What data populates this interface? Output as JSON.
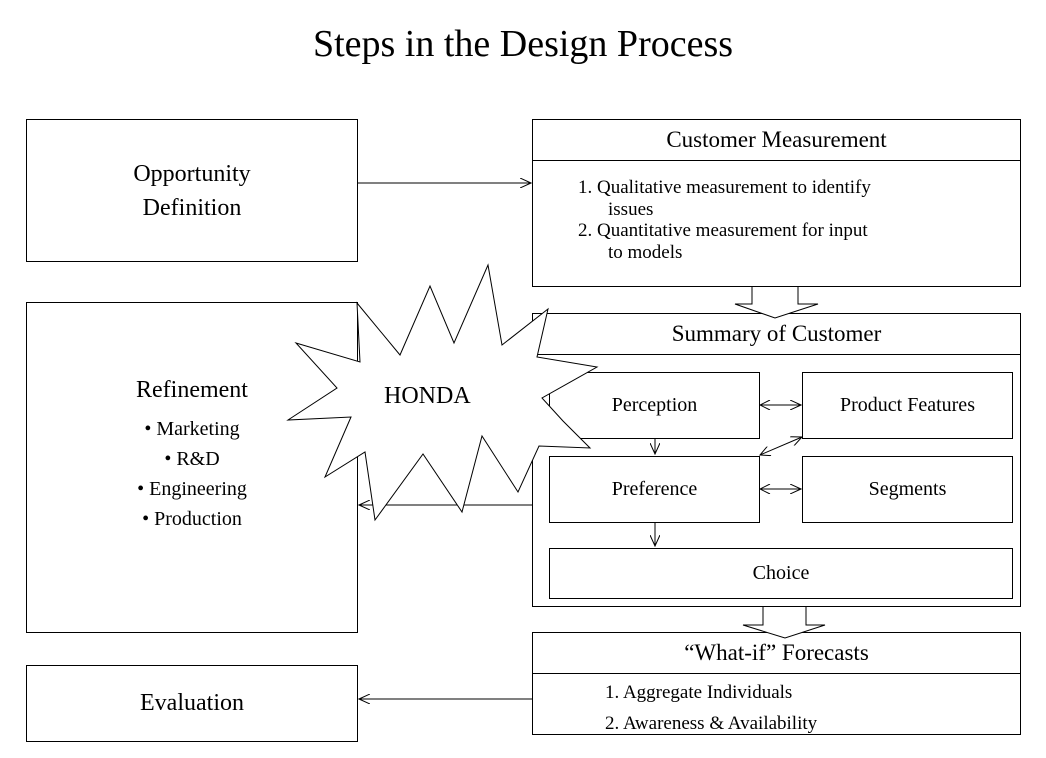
{
  "title": "Steps in the Design Process",
  "opportunity": {
    "line1": "Opportunity",
    "line2": "Definition"
  },
  "refinement": {
    "title": "Refinement",
    "items": [
      "Marketing",
      "R&D",
      "Engineering",
      "Production"
    ]
  },
  "evaluation": {
    "label": "Evaluation"
  },
  "customer_measurement": {
    "header": "Customer Measurement",
    "lines": [
      "1. Qualitative measurement to identify",
      "issues",
      "2. Quantitative measurement for input",
      "to models"
    ]
  },
  "summary": {
    "header": "Summary of Customer",
    "perception": "Perception",
    "product_features": "Product Features",
    "preference": "Preference",
    "segments": "Segments",
    "choice": "Choice"
  },
  "forecasts": {
    "header": "“What-if” Forecasts",
    "lines": [
      "1. Aggregate Individuals",
      "2. Awareness & Availability"
    ]
  },
  "starburst_label": "HONDA",
  "bullet_char": "•"
}
